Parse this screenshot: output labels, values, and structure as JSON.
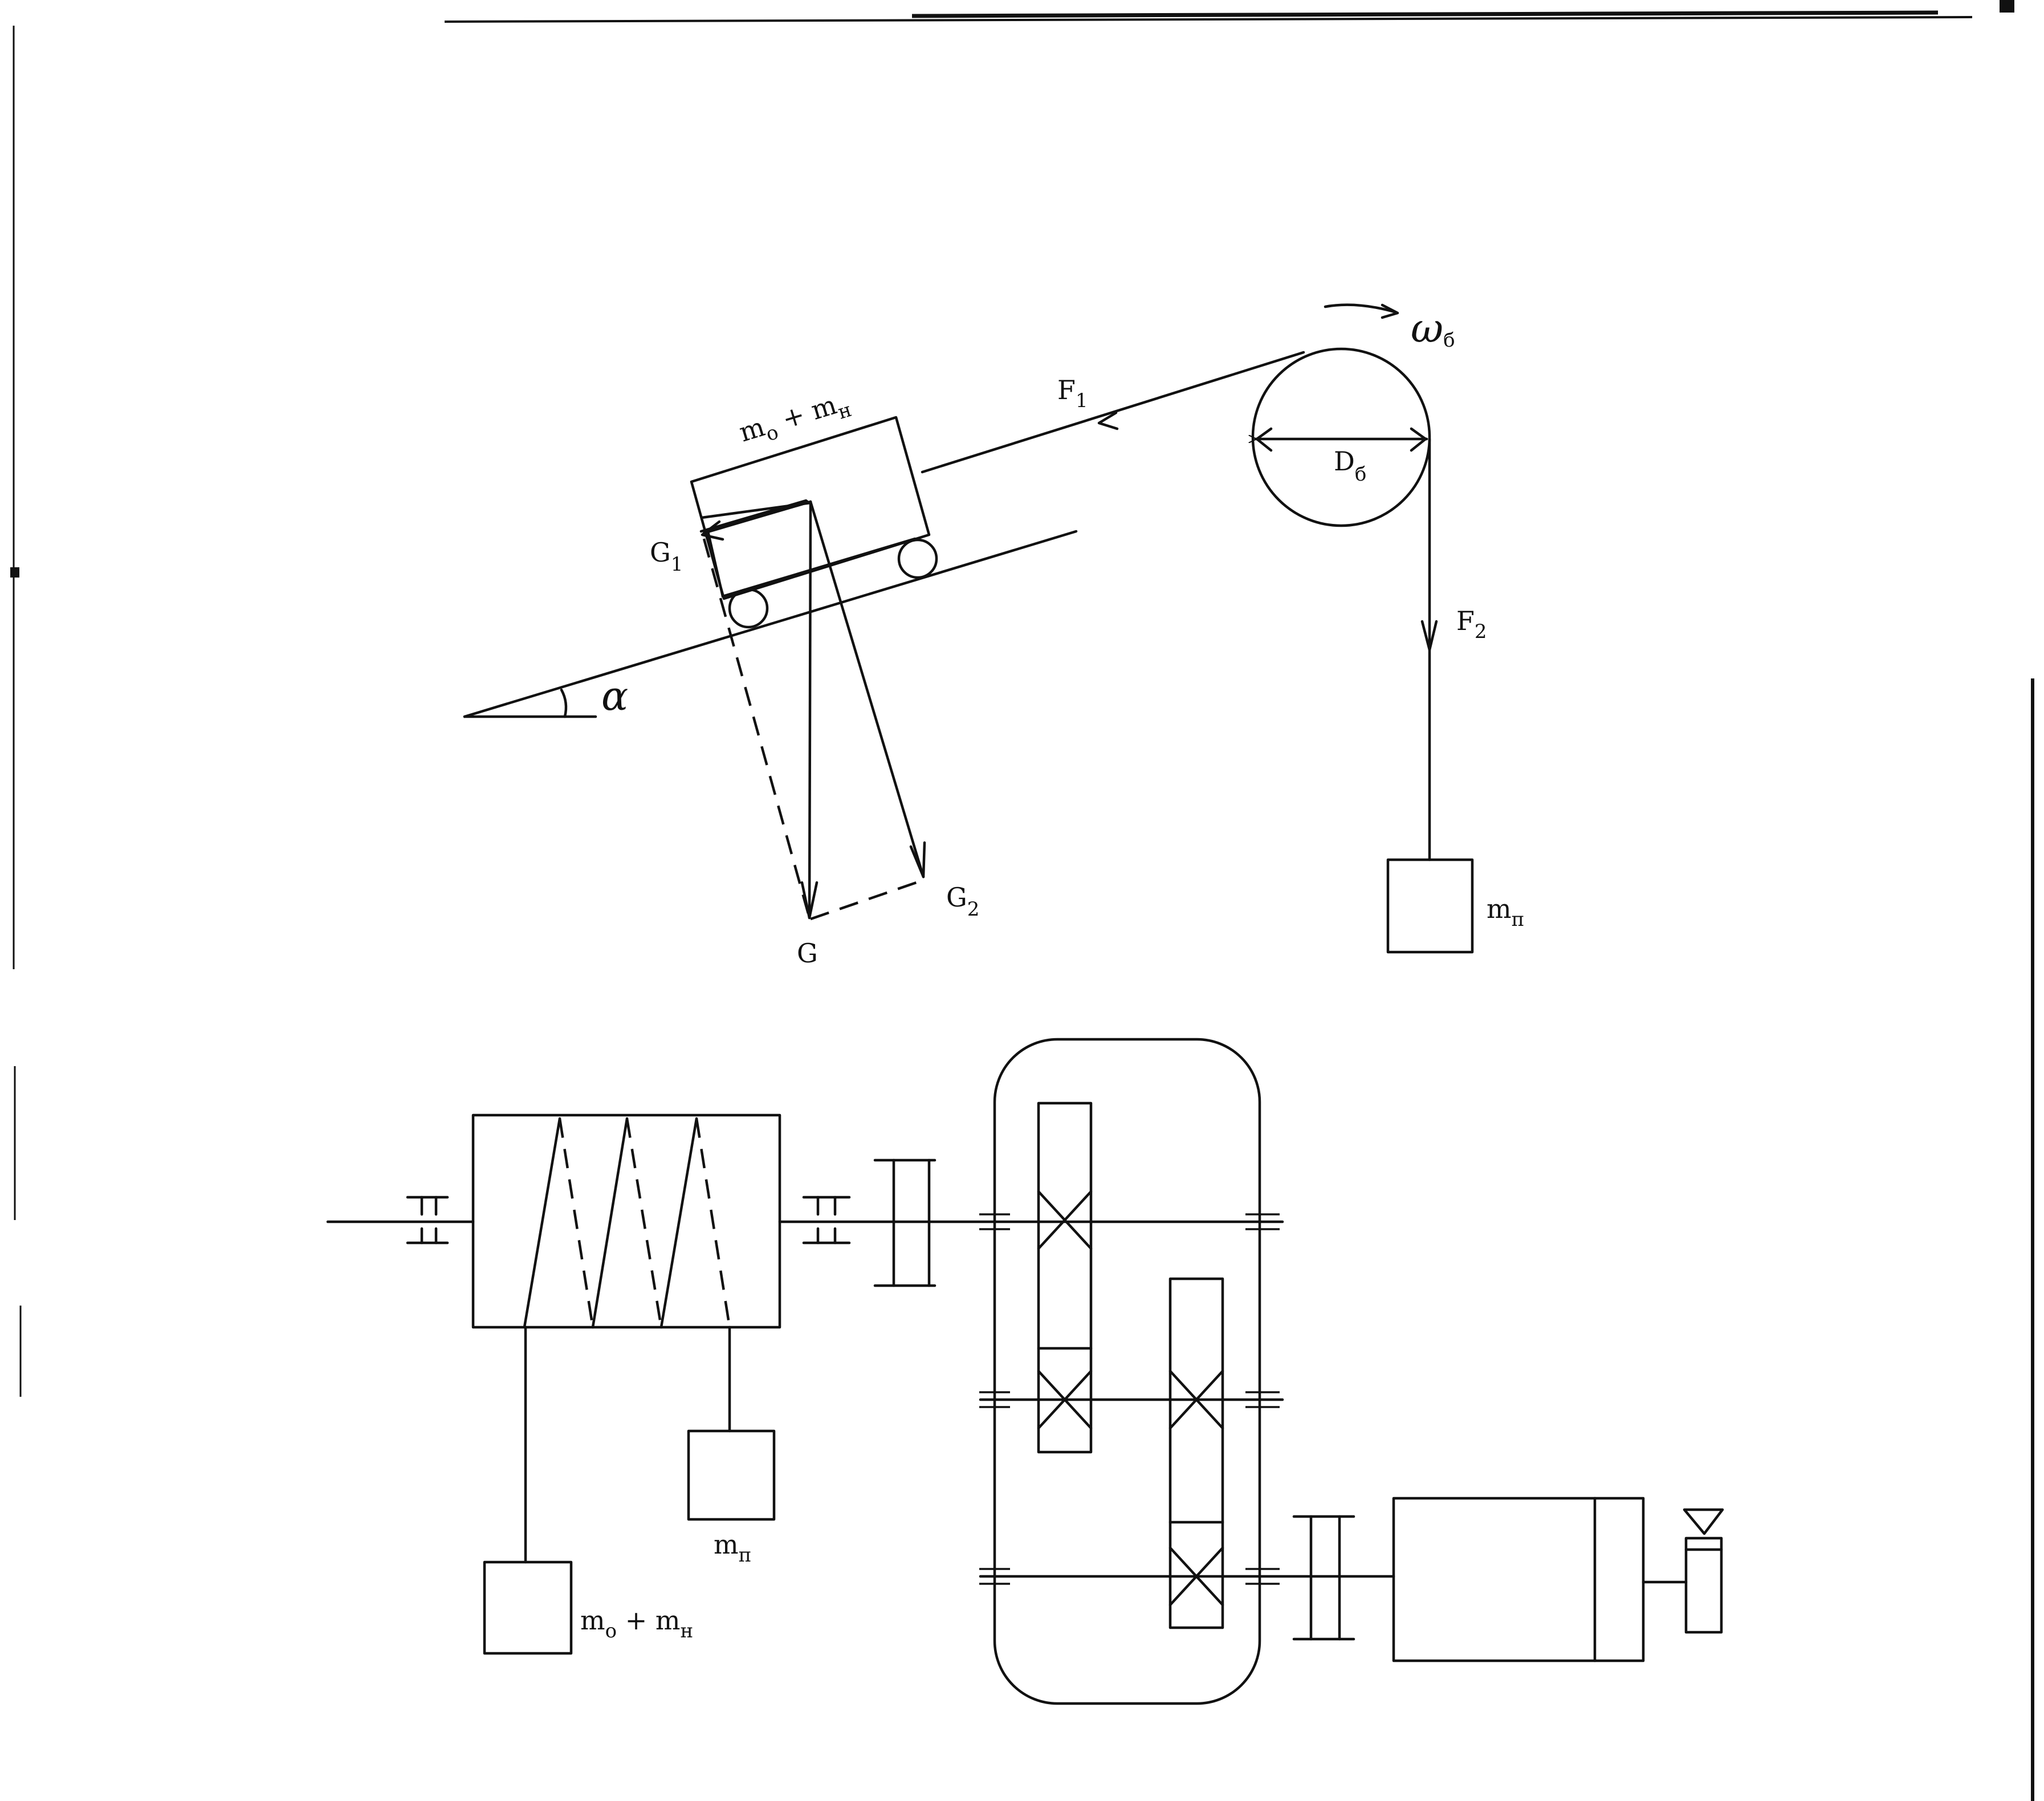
{
  "top_diagram": {
    "cart_label": {
      "main": "m",
      "sub1": "o",
      "plus": " + m",
      "sub2": "н"
    },
    "omega_label": {
      "main": "ω",
      "sub": "б"
    },
    "pulley_label": {
      "main": "D",
      "sub": "б"
    },
    "f1_label": {
      "main": "F",
      "sub": "1"
    },
    "f2_label": {
      "main": "F",
      "sub": "2"
    },
    "g1_label": {
      "main": "G",
      "sub": "1"
    },
    "g2_label": {
      "main": "G",
      "sub": "2"
    },
    "g_label": "G",
    "alpha_label": "α",
    "counterweight_label": {
      "main": "m",
      "sub": "п"
    }
  },
  "bottom_diagram": {
    "counterweight_label": {
      "main": "m",
      "sub": "п"
    },
    "cart_mass_label": {
      "main": "m",
      "sub1": "o",
      "plus": " + m",
      "sub2": "н"
    }
  }
}
